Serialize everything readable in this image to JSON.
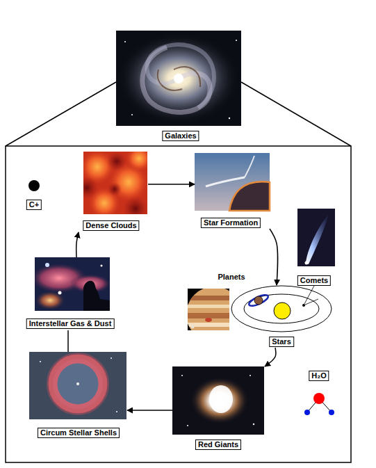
{
  "diagram": {
    "nodes": [
      {
        "text": [
          "Galaxies"
        ]
      },
      {
        "text": [
          "C+"
        ]
      },
      {
        "text": [
          "Dense Clouds"
        ]
      },
      {
        "text": [
          "Star Formation"
        ]
      },
      {
        "text": [
          "Comets"
        ]
      },
      {
        "text": [
          "Planets"
        ]
      },
      {
        "text": [
          "Interstellar Gas & Dust"
        ]
      },
      {
        "text": [
          "Stars"
        ]
      },
      {
        "text": [
          "H₂O"
        ]
      },
      {
        "text": [
          "Circum Stellar Shells"
        ]
      },
      {
        "text": [
          "Red Giants"
        ]
      }
    ],
    "edges": [
      {
        "from": 2,
        "to": 3,
        "arrow": "to"
      },
      {
        "from": 3,
        "to": 7,
        "arrow": "to"
      },
      {
        "from": 7,
        "to": 10,
        "arrow": "to"
      },
      {
        "from": 10,
        "to": 9,
        "arrow": "to"
      },
      {
        "from": 9,
        "to": 6,
        "arrow": "none"
      },
      {
        "from": 6,
        "to": 2,
        "arrow": "to"
      }
    ]
  }
}
